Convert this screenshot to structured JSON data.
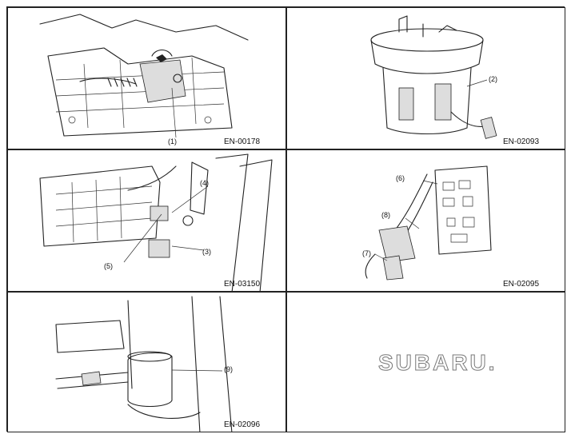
{
  "figures": [
    {
      "id": "EN-00178",
      "callouts": [
        "(1)"
      ]
    },
    {
      "id": "EN-02093",
      "callouts": [
        "(2)"
      ]
    },
    {
      "id": "EN-03150",
      "callouts": [
        "(3)",
        "(4)",
        "(5)"
      ]
    },
    {
      "id": "EN-02095",
      "callouts": [
        "(6)",
        "(7)",
        "(8)"
      ]
    },
    {
      "id": "EN-02096",
      "callouts": [
        "(9)"
      ]
    }
  ],
  "logo": {
    "text": "SUBARU",
    "suffix": "."
  }
}
